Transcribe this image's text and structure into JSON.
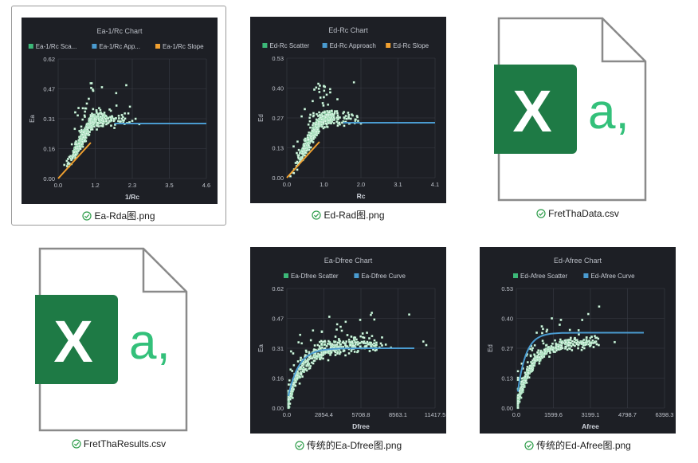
{
  "files": [
    {
      "name": "Ea-Rda图.png",
      "kind": "chart",
      "selected": true,
      "chart": {
        "title": "Ea-1/Rc Chart",
        "legend": [
          {
            "label": "Ea-1/Rc Sca...",
            "color": "#3cb878"
          },
          {
            "label": "Ea-1/Rc App...",
            "color": "#4a9bd0"
          },
          {
            "label": "Ea-1/Rc Slope",
            "color": "#f0a030"
          }
        ],
        "ylabel": "Ea",
        "xlabel": "1/Rc",
        "yticks": [
          "0.62",
          "0.47",
          "0.31",
          "0.16",
          "0.00"
        ],
        "xticks": [
          "0.0",
          "1.2",
          "2.3",
          "3.5",
          "4.6"
        ]
      }
    },
    {
      "name": "Ed-Rad图.png",
      "kind": "chart",
      "selected": false,
      "chart": {
        "title": "Ed-Rc Chart",
        "legend": [
          {
            "label": "Ed-Rc Scatter",
            "color": "#3cb878"
          },
          {
            "label": "Ed-Rc Approach",
            "color": "#4a9bd0"
          },
          {
            "label": "Ed-Rc Slope",
            "color": "#f0a030"
          }
        ],
        "ylabel": "Ed",
        "xlabel": "Rc",
        "yticks": [
          "0.53",
          "0.40",
          "0.27",
          "0.13",
          "0.00"
        ],
        "xticks": [
          "0.0",
          "1.0",
          "2.0",
          "3.1",
          "4.1"
        ]
      }
    },
    {
      "name": "FretThaData.csv",
      "kind": "csv",
      "selected": false,
      "icon": {
        "letter": "X",
        "suffix": "a,",
        "green": "#1e7a45",
        "accent": "#33c07a"
      }
    },
    {
      "name": "FretThaResults.csv",
      "kind": "csv",
      "selected": false,
      "icon": {
        "letter": "X",
        "suffix": "a,",
        "green": "#1e7a45",
        "accent": "#33c07a"
      }
    },
    {
      "name": "传统的Ea-Dfree图.png",
      "kind": "chart",
      "selected": false,
      "chart": {
        "title": "Ea-Dfree Chart",
        "legend": [
          {
            "label": "Ea-Dfree Scatter",
            "color": "#3cb878"
          },
          {
            "label": "Ea-Dfree Curve",
            "color": "#4a9bd0"
          }
        ],
        "ylabel": "Ea",
        "xlabel": "Dfree",
        "yticks": [
          "0.62",
          "0.47",
          "0.31",
          "0.16",
          "0.00"
        ],
        "xticks": [
          "0.0",
          "2854.4",
          "5708.8",
          "8563.1",
          "11417.5"
        ]
      }
    },
    {
      "name": "传统的Ed-Afree图.png",
      "kind": "chart",
      "selected": false,
      "chart": {
        "title": "Ed-Afree Chart",
        "legend": [
          {
            "label": "Ed-Afree Scatter",
            "color": "#3cb878"
          },
          {
            "label": "Ed-Afree Curve",
            "color": "#4a9bd0"
          }
        ],
        "ylabel": "Ed",
        "xlabel": "Afree",
        "yticks": [
          "0.53",
          "0.40",
          "0.27",
          "0.13",
          "0.00"
        ],
        "xticks": [
          "0.0",
          "1599.6",
          "3199.1",
          "4798.7",
          "6398.3"
        ]
      }
    }
  ]
}
